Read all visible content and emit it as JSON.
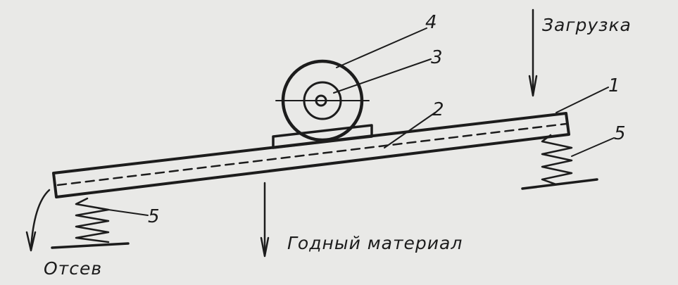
{
  "labels": {
    "loading": "Загрузка",
    "good_material": "Годный материал",
    "screenings": "Отсев"
  },
  "callouts": {
    "deck": "1",
    "screen": "2",
    "shaft": "3",
    "unbalance": "4",
    "spring_right": "5",
    "spring_left": "5"
  },
  "colors": {
    "paper": "#e9e9e7",
    "ink": "#1c1c1c"
  }
}
